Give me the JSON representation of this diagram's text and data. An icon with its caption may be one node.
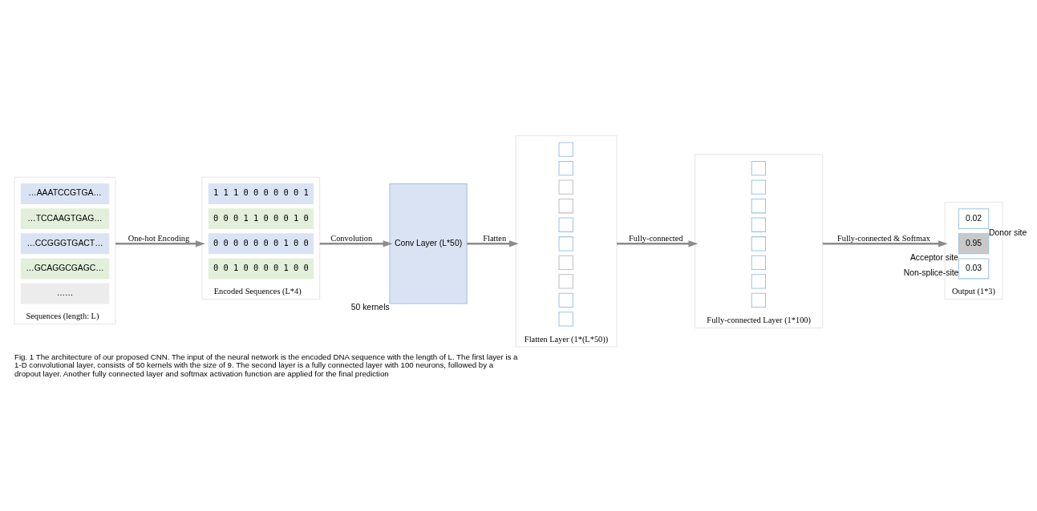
{
  "diagram": {
    "caption": "Fig. 1 The architecture of our proposed CNN. The input of the neural network is the encoded DNA sequence with the length of L. The first layer is a 1-D convolutional layer, consists of 50 kernels with the size of 9. The second layer is a fully connected layer with 100 neurons, followed by a dropout layer. Another fully connected layer and softmax activation function are applied for the final prediction",
    "nodes": [
      {
        "text": [
          "Sequences (length: L)"
        ]
      },
      {
        "text": [
          "…AAATCCGTGA…"
        ],
        "in": 0
      },
      {
        "text": [
          "…TCCAAGTGAG…"
        ],
        "in": 0
      },
      {
        "text": [
          "…CCGGGTGACT…"
        ],
        "in": 0
      },
      {
        "text": [
          "…GCAGGCGAGC…"
        ],
        "in": 0
      },
      {
        "text": [
          "……"
        ],
        "in": 0
      },
      {
        "text": [
          "Encoded Sequences (L*4)"
        ]
      },
      {
        "text": [
          "1 1 1 0 0 0 0 0 0 1"
        ],
        "in": 6
      },
      {
        "text": [
          "0 0 0 1 1 0 0 0 1 0"
        ],
        "in": 6
      },
      {
        "text": [
          "0 0 0 0 0 0 0 1 0 0"
        ],
        "in": 6
      },
      {
        "text": [
          "0 0 1 0 0 0 0 1 0 0"
        ],
        "in": 6
      },
      {
        "text": [
          "Conv Layer (L*50)"
        ],
        "beside": [
          "50 kernels"
        ]
      },
      {
        "text": [
          "Flatten Layer (1*(L*50))"
        ]
      },
      {
        "text": [],
        "shape": "box",
        "in": 12
      },
      {
        "text": [],
        "shape": "box",
        "in": 12
      },
      {
        "text": [],
        "shape": "box",
        "in": 12
      },
      {
        "text": [],
        "shape": "box",
        "in": 12
      },
      {
        "text": [],
        "shape": "box",
        "in": 12
      },
      {
        "text": [],
        "shape": "box",
        "in": 12
      },
      {
        "text": [],
        "shape": "box",
        "in": 12
      },
      {
        "text": [],
        "shape": "box",
        "in": 12
      },
      {
        "text": [],
        "shape": "box",
        "in": 12
      },
      {
        "text": [],
        "shape": "box",
        "in": 12
      },
      {
        "text": [
          "Fully-connected Layer (1*100)"
        ]
      },
      {
        "text": [],
        "shape": "box",
        "in": 23
      },
      {
        "text": [],
        "shape": "box",
        "in": 23
      },
      {
        "text": [],
        "shape": "box",
        "in": 23
      },
      {
        "text": [],
        "shape": "box",
        "in": 23
      },
      {
        "text": [],
        "shape": "box",
        "in": 23
      },
      {
        "text": [],
        "shape": "box",
        "in": 23
      },
      {
        "text": [],
        "shape": "box",
        "in": 23
      },
      {
        "text": [],
        "shape": "box",
        "in": 23
      },
      {
        "text": [
          "Output (1*3)"
        ]
      },
      {
        "text": [
          "0.02"
        ],
        "in": 32,
        "beside": [
          "Donor site"
        ]
      },
      {
        "text": [
          "0.95"
        ],
        "in": 32,
        "beside": [
          "Acceptor site"
        ]
      },
      {
        "text": [
          "0.03"
        ],
        "in": 32,
        "beside": [
          "Non-splice-site"
        ]
      }
    ],
    "edges": [
      {
        "from": 0,
        "to": 6,
        "arrow": "to",
        "label": "One-hot Encoding"
      },
      {
        "from": 6,
        "to": 11,
        "arrow": "to",
        "label": "Convolution"
      },
      {
        "from": 11,
        "to": 12,
        "arrow": "to",
        "label": "Flatten"
      },
      {
        "from": 12,
        "to": 23,
        "arrow": "to",
        "label": "Fully-connected"
      },
      {
        "from": 23,
        "to": 32,
        "arrow": "to",
        "label": "Fully-connected & Softmax"
      }
    ]
  }
}
